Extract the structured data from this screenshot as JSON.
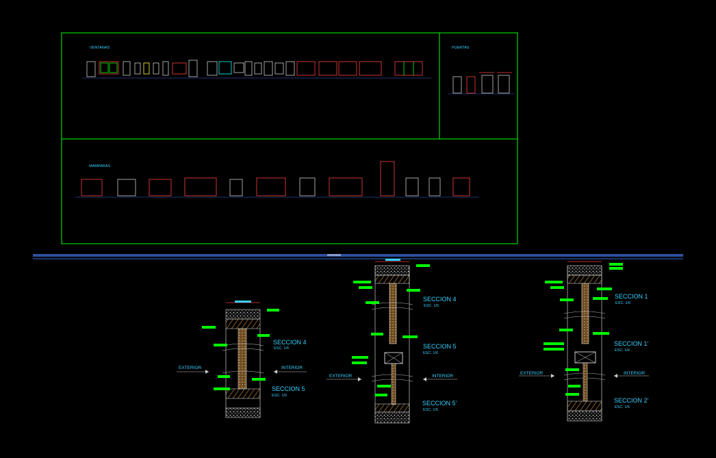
{
  "sheet": {
    "ventanas_label": "VENTANAS",
    "puertas_label": "PUERTAS",
    "mamparas_label": "MAMPARAS"
  },
  "sections": [
    {
      "title_top": "SECCION 4",
      "scale_top": "ESC. 1/6",
      "title_bottom": "SECCION  5",
      "scale_bottom": "ESC. 1/6",
      "exterior": "EXTERIOR",
      "interior": "INTERIOR"
    },
    {
      "title_top": "SECCION 4",
      "scale_top": "ESC. 1/6",
      "title_mid": "SECCION  5",
      "scale_mid": "ESC. 1/6",
      "title_bottom": "SECCION  5'",
      "scale_bottom": "ESC. 1/6",
      "exterior": "EXTERIOR",
      "interior": "INTERIOR"
    },
    {
      "title_top": "SECCION 1",
      "scale_top": "ESC. 1/6",
      "title_mid": "SECCION  1'",
      "scale_mid": "ESC. 1/6",
      "title_bottom": "SECCION  2'",
      "scale_bottom": "ESC. 1/6",
      "exterior": "EXTERIOR",
      "interior": "INTERIOR"
    }
  ],
  "colors": {
    "frame": "#00ff00",
    "label": "#37d0ff",
    "tag": "#00ff00",
    "wall": "#c8c8c8",
    "wood": "#8a5a2a",
    "divider": "#3a6ad8"
  }
}
